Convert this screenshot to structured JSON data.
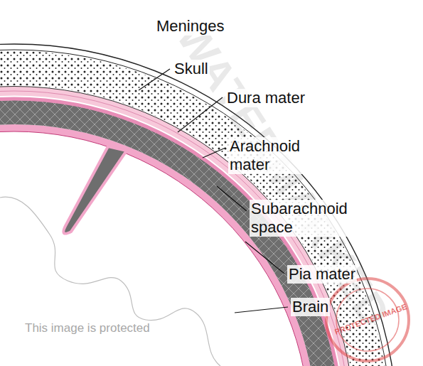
{
  "diagram": {
    "title": "Meninges",
    "labels": [
      "Skull",
      "Dura mater",
      "Arachnoid mater",
      "Subarachnoid space",
      "Pia mater",
      "Brain",
      "WATERMARKED",
      "This image is protected",
      "PROTECTED IMAGE"
    ]
  }
}
